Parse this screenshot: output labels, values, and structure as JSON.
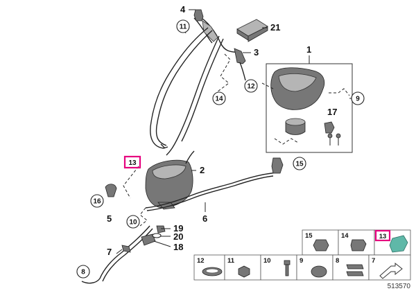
{
  "diagram": {
    "callouts": {
      "c1": "1",
      "c2": "2",
      "c3": "3",
      "c4": "4",
      "c5": "5",
      "c6": "6",
      "c7": "7",
      "c8": "8",
      "c9": "9",
      "c10": "10",
      "c11": "11",
      "c12": "12",
      "c13": "13",
      "c14": "14",
      "c15": "15",
      "c16": "16",
      "c17": "17",
      "c18": "18",
      "c19": "19",
      "c20": "20",
      "c21": "21"
    },
    "catalog": {
      "top": [
        "15",
        "14",
        "13"
      ],
      "bottom": [
        "12",
        "11",
        "10",
        "9",
        "8",
        "7",
        ""
      ]
    },
    "highlight_color": "#e6007e",
    "connector_color": "#5fb8a8",
    "footer_number": "513570"
  }
}
